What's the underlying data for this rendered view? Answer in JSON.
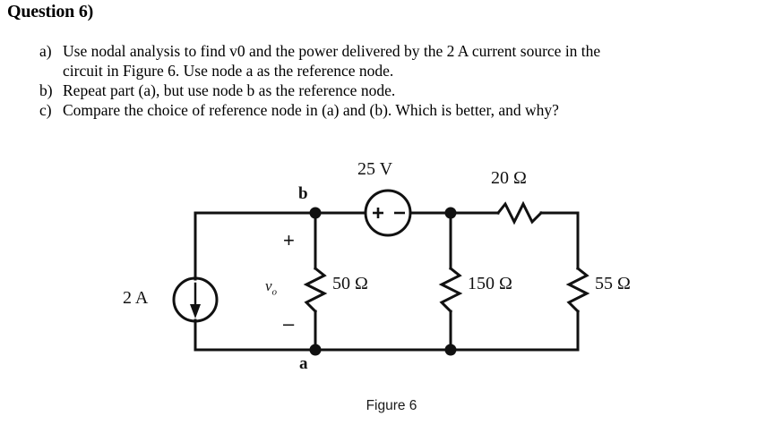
{
  "heading": "Question 6)",
  "parts": [
    {
      "marker": "a)",
      "lines": [
        "Use  nodal  analysis   to  find   v0  and  the  power  delivered   by  the  2 A  current   source   in  the",
        "circuit   in  Figure  6. Use  node  a as  the  reference  node."
      ]
    },
    {
      "marker": "b)",
      "lines": [
        "Repeat  part (a),  but  use  node  b as  the  reference  node."
      ]
    },
    {
      "marker": "c)",
      "lines": [
        "Compare  the  choice  of reference  node  in (a)  and (b). Which  is  better,  and  why?"
      ]
    }
  ],
  "circuit": {
    "caption": "Figure 6",
    "current_source": {
      "value": "2 A",
      "direction": "down"
    },
    "voltage_source": {
      "value": "25 V",
      "plus": "+",
      "minus": "–"
    },
    "node_labels": {
      "top": "b",
      "bottom": "a"
    },
    "voltage_label": {
      "symbol": "v",
      "subscript": "o",
      "plus": "+",
      "minus": "–"
    },
    "resistors": [
      {
        "id": "r50",
        "label": "50 Ω",
        "orientation": "vertical"
      },
      {
        "id": "r20",
        "label": "20 Ω",
        "orientation": "horizontal"
      },
      {
        "id": "r150",
        "label": "150 Ω",
        "orientation": "vertical"
      },
      {
        "id": "r55",
        "label": "55 Ω",
        "orientation": "vertical"
      }
    ],
    "colors": {
      "wire": "#111111",
      "text": "#111111",
      "background": "#ffffff"
    }
  }
}
